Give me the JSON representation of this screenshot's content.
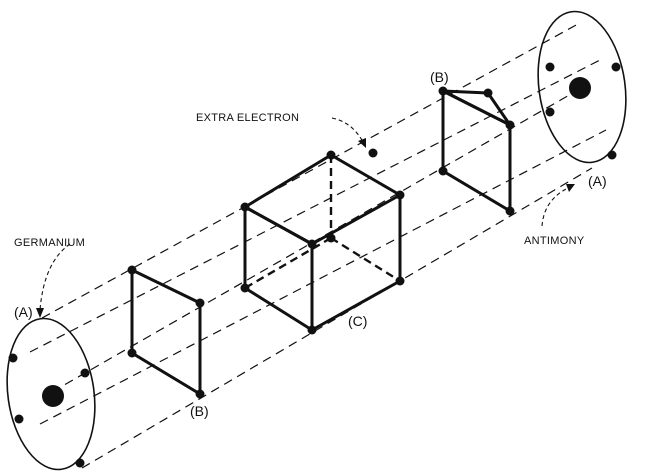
{
  "labels": {
    "germanium": "GERMANIUM",
    "antimony": "ANTIMONY",
    "extra_electron": "EXTRA ELECTRON",
    "a_left": "(A)",
    "a_right": "(A)",
    "b_left": "(B)",
    "b_right": "(B)",
    "c_center": "(C)"
  },
  "colors": {
    "ink": "#111111",
    "background": "#ffffff"
  }
}
